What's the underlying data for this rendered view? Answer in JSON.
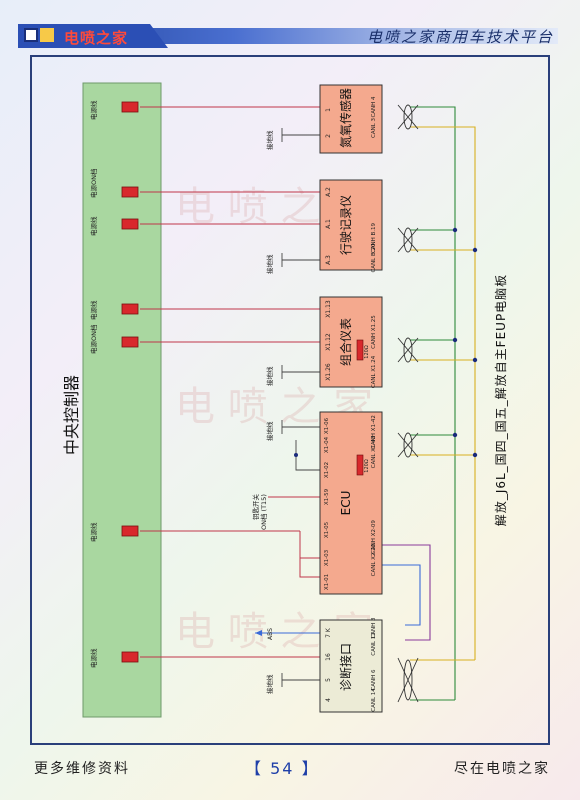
{
  "header": {
    "brand": "电喷之家",
    "platform": "电喷之家商用车技术平台"
  },
  "footer": {
    "left": "更多维修资料",
    "page_open": "【",
    "page_number": "54",
    "page_close": "】",
    "right": "尽在电喷之家"
  },
  "diagram": {
    "title": "解放_J6L_国四_国五_解放自主FEUP电脑板",
    "controller": "中央控制器",
    "watermark": "电 喷 之 家",
    "wires": {
      "power": "电源线",
      "power_on": "电源ON档",
      "ground": "接地线",
      "key_switch": "钥匙开关",
      "key_on": "ON档 (T15)",
      "abs": "ABS"
    },
    "modules": {
      "nox": {
        "name": "氮氧传感器",
        "pins": [
          "1",
          "2"
        ],
        "can": [
          "CANH 4",
          "CANL 3"
        ]
      },
      "tachograph": {
        "name": "行驶记录仪",
        "pins": [
          "A.2",
          "A.1",
          "A.3"
        ],
        "can": [
          "CANH B.19",
          "CANL B.20"
        ]
      },
      "cluster": {
        "name": "组合仪表",
        "pins": [
          "X1.13",
          "X1.12",
          "X1.26"
        ],
        "can": [
          "CANH X1.25",
          "CANL X1.24"
        ],
        "resistor": "120Ω"
      },
      "ecu": {
        "name": "ECU",
        "pins_top": [
          "X1-04",
          "X1-06"
        ],
        "pins_mid": [
          "X1-02",
          "X1-59"
        ],
        "pins_low": [
          "X1-05",
          "X1-03",
          "X1-01"
        ],
        "can_upper": [
          "CANH X1-42",
          "CANL X1-43"
        ],
        "can_lower": [
          "CANH X2-09",
          "CANL X2-10"
        ],
        "resistor": "120Ω"
      },
      "diag": {
        "name": "诊断接口",
        "pins": [
          "16",
          "5",
          "4",
          "7 K"
        ],
        "can": [
          "CANH 3",
          "CANL 11",
          "CANH 6",
          "CANL 14"
        ]
      }
    }
  }
}
